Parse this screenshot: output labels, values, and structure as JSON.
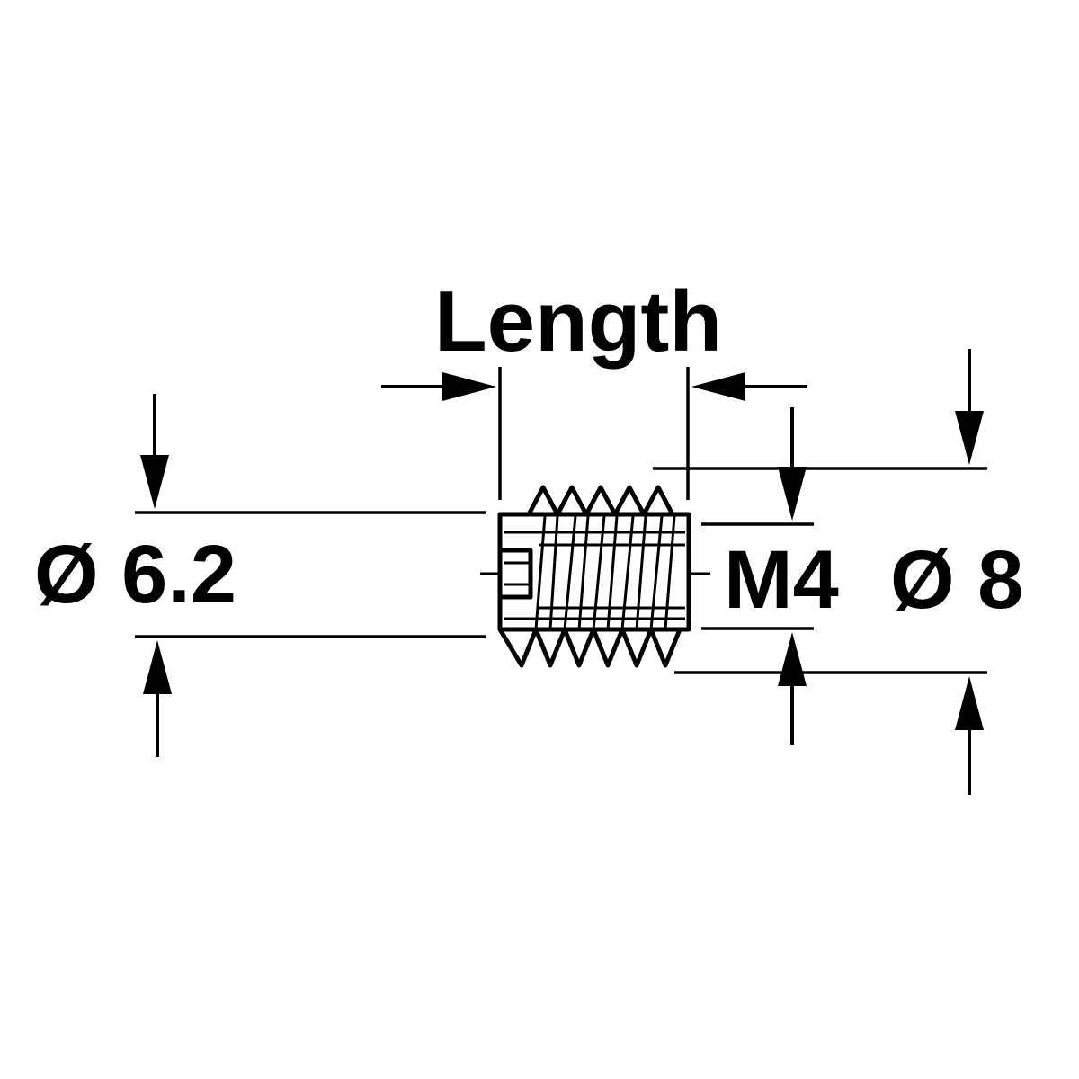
{
  "labels": {
    "length": "Length",
    "inner_diameter": "Ø 6.2",
    "thread": "M4",
    "outer_diameter": "Ø 8"
  },
  "colors": {
    "line": "#000000",
    "background": "#ffffff"
  }
}
